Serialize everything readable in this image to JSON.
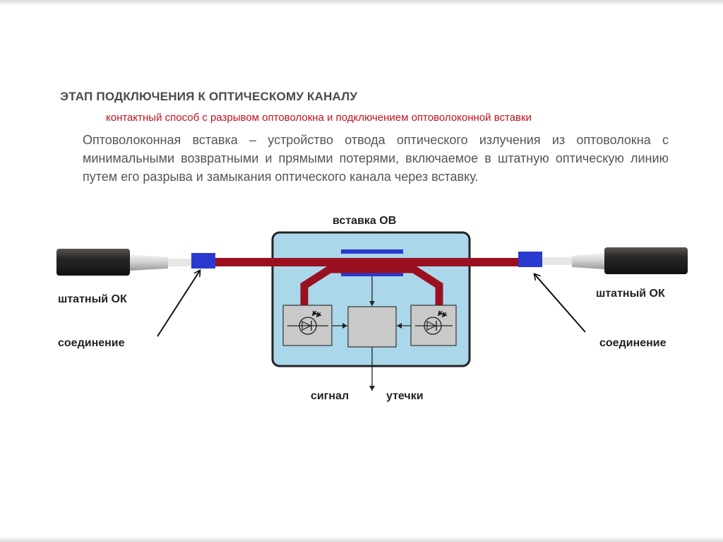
{
  "heading": "ЭТАП  ПОДКЛЮЧЕНИЯ К ОПТИЧЕСКОМУ КАНАЛУ",
  "subheading": "контактный способ с разрывом оптоволокна и подключением оптоволоконной вставки",
  "paragraph": "Оптоволоконная вставка – устройство отвода оптического излучения из оптоволокна с минимальными возвратными и прямыми потерями, включаемое в штатную оптическую линию путем его разрыва и замыкания оптического канала через вставку.",
  "diagram": {
    "insert_title": "вставка ОВ",
    "left_cable_label": "штатный ОК",
    "right_cable_label": "штатный ОК",
    "left_joint_label": "соединение",
    "right_joint_label": "соединение",
    "output_label_left": "сигнал",
    "output_label_right": "утечки",
    "colors": {
      "box_fill": "#aad8ea",
      "box_stroke": "#222222",
      "fiber": "#9b1020",
      "connector": "#2a3ad0",
      "unit_fill": "#c9c9c9",
      "cable": "#2a2826"
    }
  }
}
